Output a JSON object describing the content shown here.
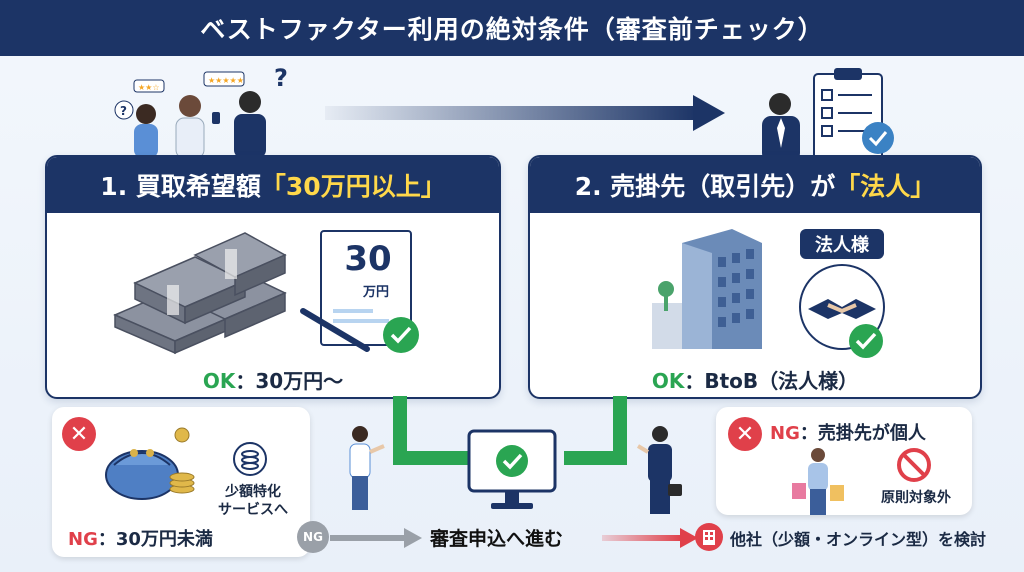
{
  "title": "ベストファクター利用の絶対条件（審査前チェック）",
  "condition1": {
    "prefix": "1. 買取希望額",
    "highlight": "「30万円以上」",
    "doc_amount": "30",
    "doc_unit": "万円",
    "ok_label": "OK",
    "ok_text": "：30万円〜"
  },
  "condition2": {
    "prefix": "2. 売掛先（取引先）が",
    "highlight": "「法人」",
    "tag": "法人様",
    "ok_label": "OK",
    "ok_text": "：BtoB（法人様）"
  },
  "ng_left": {
    "service_note_line1": "少額特化",
    "service_note_line2": "サービスへ",
    "ng_label": "NG",
    "ng_text": "：30万円未満"
  },
  "ng_right": {
    "ng_label": "NG",
    "ng_text": "：売掛先が個人",
    "note": "原則対象外"
  },
  "flow": {
    "ng_badge": "NG",
    "proceed": "審査申込へ進む",
    "other": "他社（少額・オンライン型）を検討"
  },
  "colors": {
    "navy": "#1c3466",
    "ok_green": "#2aa552",
    "ng_red": "#e0404a",
    "highlight_yellow": "#ffd84a"
  }
}
